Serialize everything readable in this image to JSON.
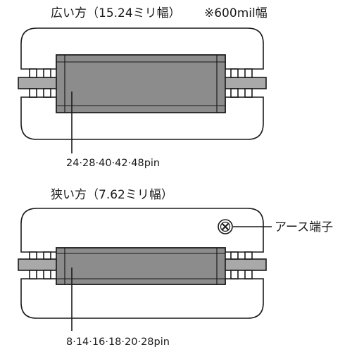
{
  "wide_section": {
    "title": "広い方（15.24ミリ幅）",
    "note": "※600mil幅",
    "pin_label": "24·28·40·42·48pin"
  },
  "narrow_section": {
    "title": "狭い方（7.62ミリ幅）",
    "pin_label": "8·14·16·18·20·28pin",
    "ground_label": "アース端子"
  },
  "colors": {
    "outline": "#1a1a1a",
    "socket_fill": "#8c8c8c",
    "socket_dark": "#6e6e6e",
    "rail_fill": "#a9a9a9",
    "background": "#ffffff"
  }
}
